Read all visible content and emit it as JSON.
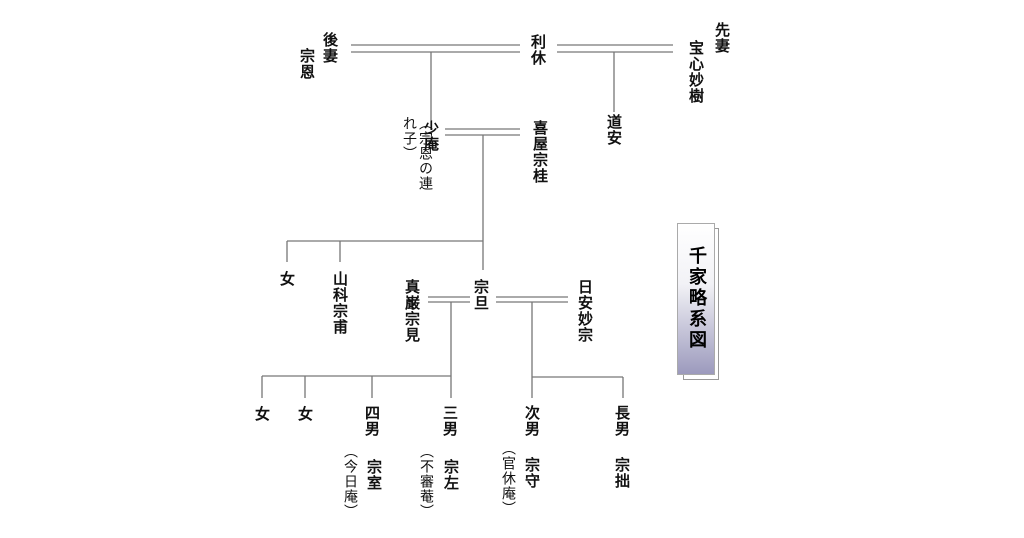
{
  "title": "千家略系図",
  "colors": {
    "line": "#777777",
    "text": "#111111",
    "title_gradient_end": "#9c9abd"
  },
  "persons": {
    "rikyu": "利休",
    "second_wife_label": "後妻",
    "second_wife_name": "宗恩",
    "first_wife_label": "先妻",
    "first_wife_name": "宝心妙樹",
    "doan": "道安",
    "shoan": "少庵",
    "shoan_note": "（宗恩の連れ子）",
    "kiya": "喜屋宗桂",
    "daughter1": "女",
    "yamashina": "山科宗甫",
    "sotan": "宗旦",
    "magen": "真巌宗見",
    "nichian": "日安妙宗",
    "daughter2": "女",
    "daughter3": "女",
    "son4_label": "四男",
    "son4_name": "宗室",
    "son4_note": "（今日庵）",
    "son3_label": "三男",
    "son3_name": "宗左",
    "son3_note": "（不審菴）",
    "son2_label": "次男",
    "son2_name": "宗守",
    "son2_note": "（官休庵）",
    "son1_label": "長男",
    "son1_name": "宗拙"
  }
}
